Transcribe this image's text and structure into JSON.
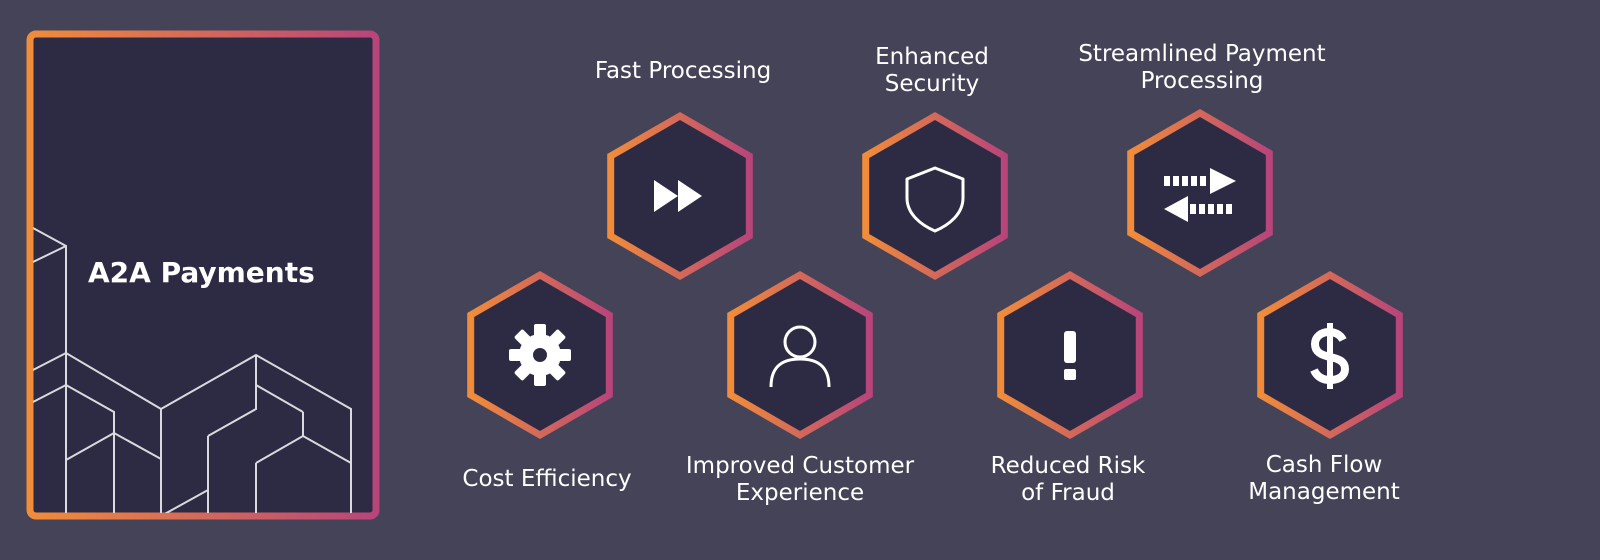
{
  "card": {
    "title": "A2A Payments"
  },
  "benefits": [
    {
      "id": "fast-processing",
      "lines": [
        "Fast Processing"
      ],
      "icon": "fast-forward-icon"
    },
    {
      "id": "enhanced-security",
      "lines": [
        "Enhanced",
        "Security"
      ],
      "icon": "shield-icon"
    },
    {
      "id": "streamlined-payment-processing",
      "lines": [
        "Streamlined Payment",
        "Processing"
      ],
      "icon": "transfer-arrows-icon"
    },
    {
      "id": "cost-efficiency",
      "lines": [
        "Cost Efficiency"
      ],
      "icon": "gear-icon"
    },
    {
      "id": "improved-customer-experience",
      "lines": [
        "Improved Customer",
        "Experience"
      ],
      "icon": "user-icon"
    },
    {
      "id": "reduced-risk-of-fraud",
      "lines": [
        "Reduced Risk",
        "of Fraud"
      ],
      "icon": "exclamation-icon"
    },
    {
      "id": "cash-flow-management",
      "lines": [
        "Cash Flow",
        "Management"
      ],
      "icon": "dollar-icon"
    }
  ],
  "colors": {
    "background": "#444357",
    "panel": "#2d2b43",
    "gradient_start": "#f08c3a",
    "gradient_end": "#b8457a",
    "text": "#ffffff"
  }
}
